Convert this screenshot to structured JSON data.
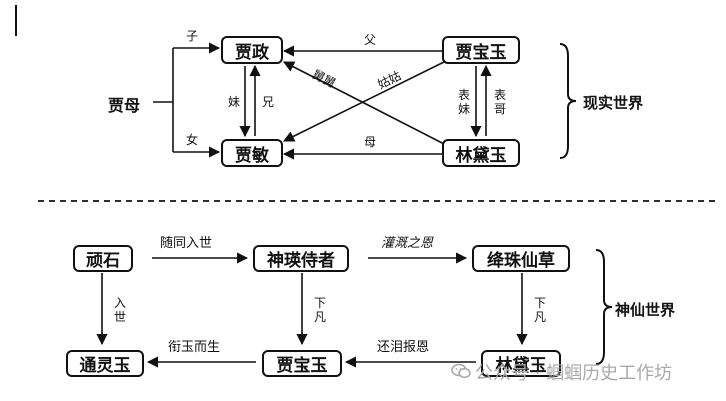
{
  "real_world": {
    "section_label": "现实世界",
    "root": "贾母",
    "nodes": {
      "jia_zheng": "贾政",
      "jia_min": "贾敏",
      "jia_baoyu": "贾宝玉",
      "lin_daiyu": "林黛玉"
    },
    "edges": {
      "son": "子",
      "daughter": "女",
      "sister": "妹",
      "brother": "兄",
      "father": "父",
      "mother": "母",
      "uncle": "舅舅",
      "aunt": "姑姑",
      "cousin_sister": "表妹",
      "cousin_brother": "表哥"
    }
  },
  "immortal_world": {
    "section_label": "神仙世界",
    "nodes": {
      "stubborn_stone": "顽石",
      "attendant": "神瑛侍者",
      "crimson_pearl_grass": "绛珠仙草",
      "tongling_jade": "通灵玉",
      "jia_baoyu": "贾宝玉",
      "lin_daiyu": "林黛玉"
    },
    "edges": {
      "accompany": "随同入世",
      "watering": "灌溉之恩",
      "enter_world": "入世",
      "descend_left": "下凡",
      "descend_right": "下凡",
      "born_with_jade": "衔玉而生",
      "repay_tears": "还泪报恩"
    }
  },
  "watermark": {
    "text": "公众号 · 蝈蝈历史工作坊",
    "icon": "wechat-icon"
  }
}
